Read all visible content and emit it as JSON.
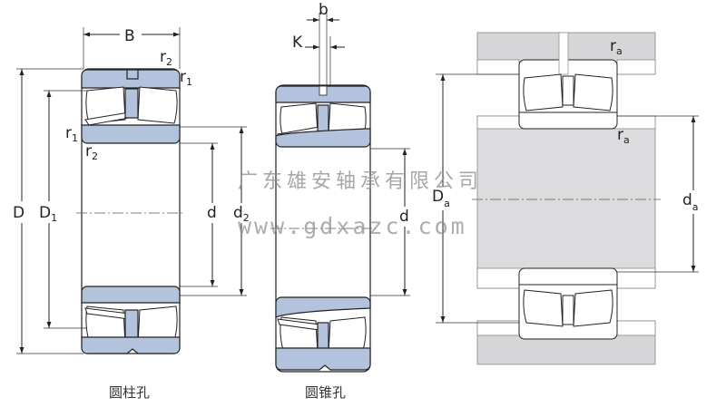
{
  "labels": {
    "B": "B",
    "b": "b",
    "K": "K",
    "r": "r",
    "sub1": "1",
    "sub2": "2",
    "suba": "a",
    "D": "D",
    "D1": "D",
    "d": "d",
    "d2": "d",
    "Da": "D",
    "da": "d"
  },
  "captions": {
    "cylindrical": "圆柱孔",
    "tapered": "圆锥孔"
  },
  "watermark": {
    "company": "广东雄安轴承有限公司",
    "url": "www.gdxazc.com"
  },
  "colors": {
    "ring_fill": "#b3c2dd",
    "housing_fill": "#d6d6d8"
  }
}
